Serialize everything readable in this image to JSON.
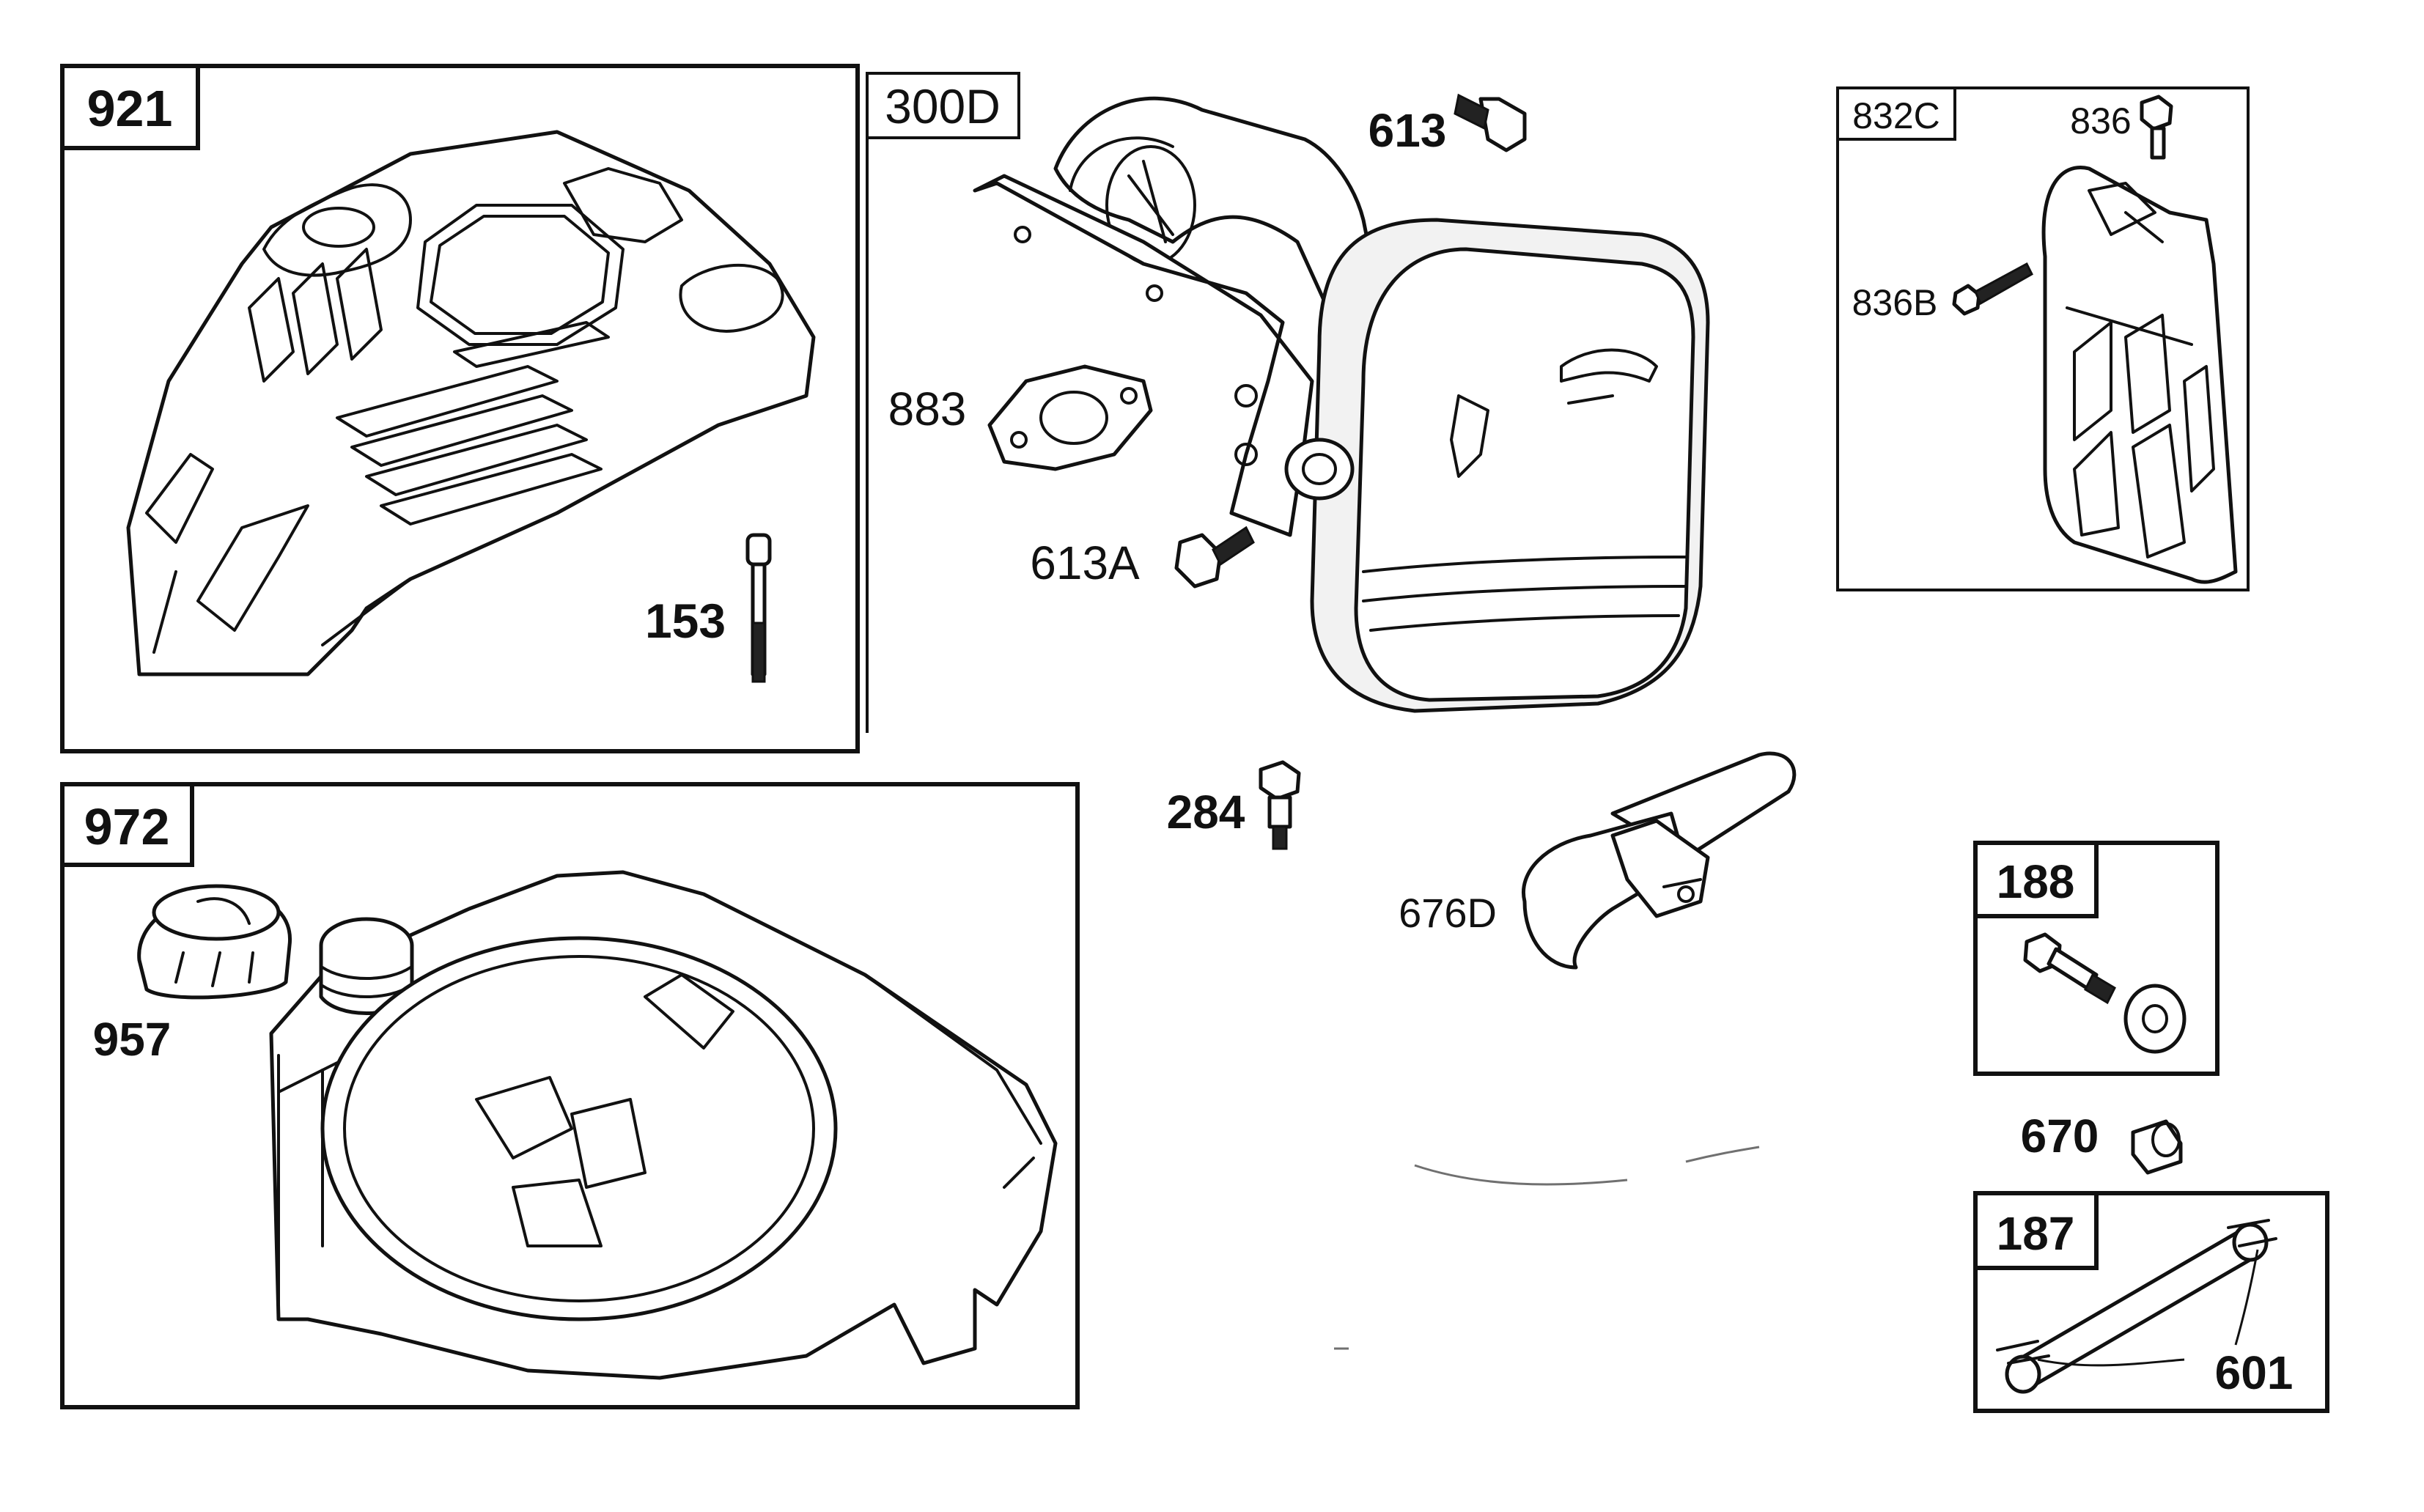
{
  "parts": {
    "p921": "921",
    "p153": "153",
    "p300D": "300D",
    "p613": "613",
    "p883": "883",
    "p613A": "613A",
    "p284": "284",
    "p832C": "832C",
    "p836": "836",
    "p836B": "836B",
    "p676D": "676D",
    "p972": "972",
    "p957": "957",
    "p188": "188",
    "p670": "670",
    "p187": "187",
    "p601": "601"
  }
}
